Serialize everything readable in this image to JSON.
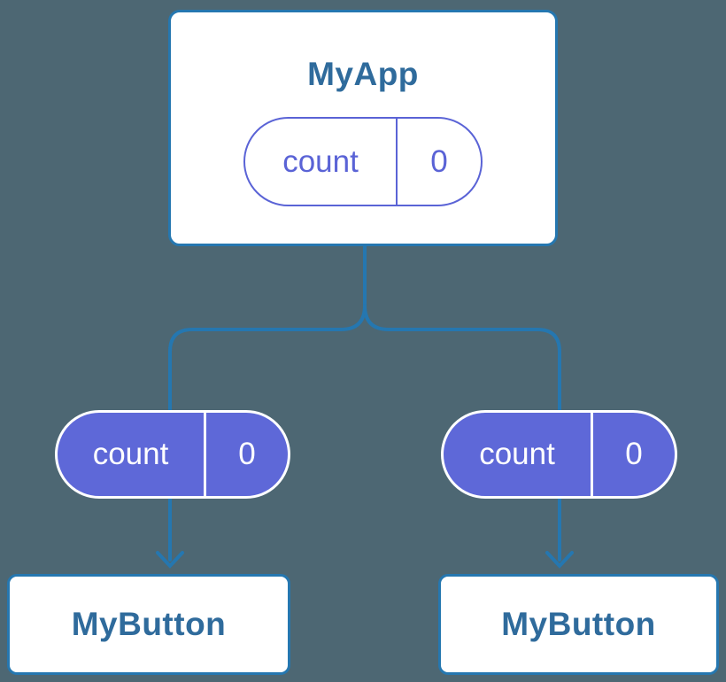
{
  "tree": {
    "root": {
      "title": "MyApp",
      "state": {
        "label": "count",
        "value": "0"
      }
    },
    "children": [
      {
        "title": "MyButton",
        "state": {
          "label": "count",
          "value": "0"
        }
      },
      {
        "title": "MyButton",
        "state": {
          "label": "count",
          "value": "0"
        }
      }
    ]
  },
  "colors": {
    "background": "#4d6773",
    "line": "#2577b0",
    "card_background": "#ffffff",
    "title_text": "#2f6b9c",
    "indigo_fill": "#5e68d8",
    "indigo_outline": "#5a63d6",
    "pill_text": "#ffffff"
  }
}
